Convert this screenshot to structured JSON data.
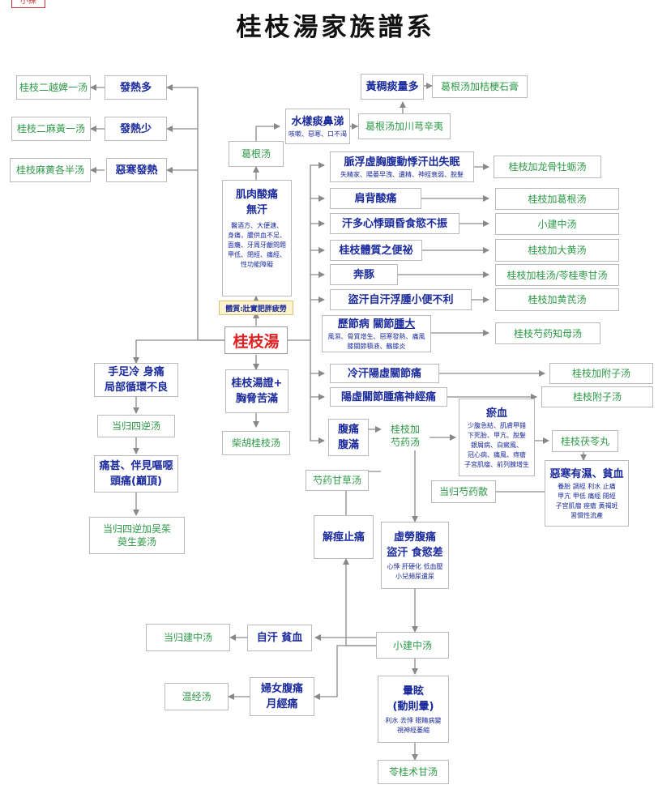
{
  "stamp": "小探",
  "title": "桂枝湯家族譜系",
  "root": "桂枝湯",
  "constitution": "體質:壯實肥胖疲勞",
  "left": {
    "fever_much": "發熱多",
    "r1": "桂枝二越婢一汤",
    "fever_little": "發熱少",
    "r2": "桂枝二麻黃一汤",
    "chill_fever": "惡寒發熱",
    "r3": "桂枝麻黄各半汤"
  },
  "muscle": {
    "title": "肌肉酸痛",
    "sub": "無汗",
    "details": [
      "醫酒方、大便溏、",
      "身痛，膿供血不足、",
      "面癱、牙周牙齦問題",
      "甲低、閉經、痛經、",
      "性功能障礙"
    ]
  },
  "gegen": "葛根汤",
  "runny": {
    "title": "水樣痰鼻涕",
    "sub": "咳嗽、惡寒、口不渴"
  },
  "gegen_chuan": "葛根汤加川芎辛夷",
  "yellow_phlegm": "黃稠痰量多",
  "gegen_jie": "葛根汤加桔梗石膏",
  "right": [
    {
      "title": "脈浮虛胸腹動悸汗出失眠",
      "sub": "失精家、陽萎早洩、遺精、神經衰弱、脫髮",
      "result": "桂枝加龙骨牡蛎汤"
    },
    {
      "title": "肩背酸痛",
      "result": "桂枝加葛根汤"
    },
    {
      "title": "汗多心悸頭昏食慾不振",
      "result": "小建中汤"
    },
    {
      "title": "桂枝體質之便祕",
      "result": "桂枝加大黄汤"
    },
    {
      "title": "奔豚",
      "result": "桂枝加桂汤/苓桂枣甘汤"
    },
    {
      "title": "盜汗自汗浮腫小便不利",
      "result": "桂枝加黄芪汤"
    }
  ],
  "joint": {
    "title_a": "歷節病 關節",
    "title_b": "腫大",
    "sub": [
      "風濕、骨質增生、惡寒發熱、痛風",
      "膝關節積液、鶴膝炎"
    ],
    "result": "桂枝芍药知母汤"
  },
  "cold_sweat": {
    "title": "冷汗陽虛關節痛",
    "result": "桂枝加附子汤"
  },
  "yang_def": {
    "title": "陽虛關節腫痛神經痛",
    "result": "桂枝附子汤"
  },
  "chest": {
    "title": "桂枝湯證+",
    "sub": "胸脅苦滿",
    "result": "柴胡桂枝汤"
  },
  "hands": {
    "title": "手足冷 身痛",
    "sub": "局部循環不良",
    "result": "当归四逆汤"
  },
  "headache": {
    "title": "痛甚、伴見嘔噁",
    "sub": "頭痛(巔頂)",
    "result": [
      "当归四逆加吴茱",
      "萸生姜汤"
    ]
  },
  "abdominal": {
    "a": "腹痛",
    "b": "腹滿",
    "mid": [
      "桂枝加",
      "芍药汤"
    ]
  },
  "stasis": {
    "title": "瘀血",
    "details": [
      "少腹急結、肌膚甲錯",
      "下死胎、甲亢、脫髮",
      "銀屑病、白癜風、",
      "冠心病、痛風、痔瘡",
      "子宮肌瘤、前列腺增生"
    ]
  },
  "guizhi_fuling": "桂枝茯苓丸",
  "cold_damp": {
    "title": "惡寒有濕、貧血",
    "details": [
      "養胎 調經 利水 止痛",
      "甲亢 甲低 痛經 閉經",
      "子宮肌瘤 痤瘡 黃褐斑",
      "習慣性流產"
    ]
  },
  "danggui_shaoyao": "当归芍药散",
  "shaoyao_gancao": "芍药甘草汤",
  "spasm": "解痙止痛",
  "fatigue": {
    "title": "虛勞腹痛",
    "sub": "盜汗 食慾差",
    "details": [
      "心悸 肝硬化 低血壓",
      "小兒頻尿遺尿"
    ]
  },
  "xiaojianzhong": "小建中汤",
  "sweat_anemia": "自汗 貧血",
  "danggui_jianzhong": "当归建中汤",
  "women": {
    "a": "婦女腹痛",
    "b": "月經痛"
  },
  "wenjing": "温经汤",
  "dizzy": {
    "title": "暈眩",
    "sub": "(動則暈)",
    "details": [
      "利水 去悸 眼睛病變",
      "視神經萎縮"
    ]
  },
  "linggui": "苓桂术甘汤"
}
